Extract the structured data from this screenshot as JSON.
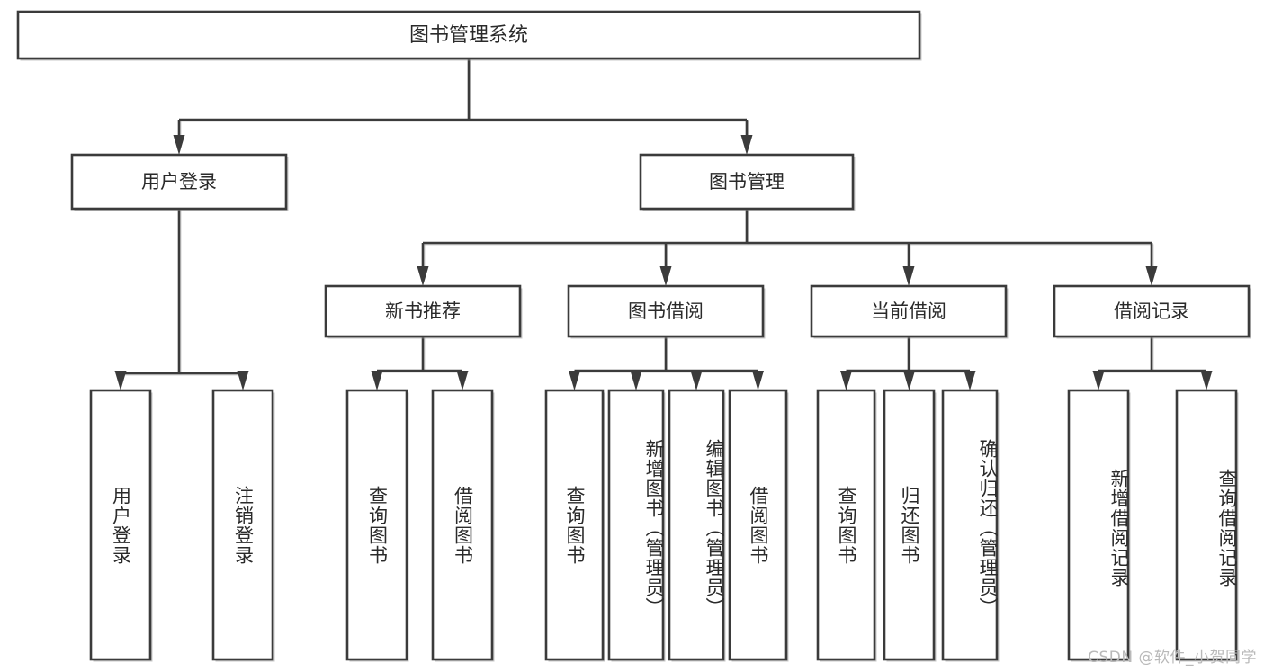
{
  "diagram": {
    "title": "图书管理系统",
    "type": "tree-hierarchy",
    "watermark": "CSDN @软件_小贺同学",
    "colors": {
      "box_stroke": "#3b3b3b",
      "box_fill": "#ffffff",
      "text": "#2a2a2a",
      "background": "#ffffff",
      "watermark": "#b9b9b9"
    },
    "levels": {
      "root": {
        "label": "图书管理系统"
      },
      "level2": [
        {
          "id": "user-login",
          "label": "用户登录"
        },
        {
          "id": "book-manage",
          "label": "图书管理"
        }
      ],
      "level3": [
        {
          "id": "new-book-rec",
          "label": "新书推荐",
          "parent": "book-manage"
        },
        {
          "id": "book-borrow",
          "label": "图书借阅",
          "parent": "book-manage"
        },
        {
          "id": "current-borrow",
          "label": "当前借阅",
          "parent": "book-manage"
        },
        {
          "id": "borrow-record",
          "label": "借阅记录",
          "parent": "book-manage"
        }
      ],
      "leaves": [
        {
          "id": "leaf-user-login",
          "label": "用户登录",
          "parent": "user-login"
        },
        {
          "id": "leaf-logout",
          "label": "注销登录",
          "parent": "user-login"
        },
        {
          "id": "leaf-query-book-rec",
          "label": "查询图书",
          "parent": "new-book-rec"
        },
        {
          "id": "leaf-borrow-book-rec",
          "label": "借阅图书",
          "parent": "new-book-rec"
        },
        {
          "id": "leaf-query-book-bw",
          "label": "查询图书",
          "parent": "book-borrow"
        },
        {
          "id": "leaf-add-book",
          "label": "新增图书（管理员）",
          "parent": "book-borrow"
        },
        {
          "id": "leaf-edit-book",
          "label": "编辑图书（管理员）",
          "parent": "book-borrow"
        },
        {
          "id": "leaf-borrow-book-bw",
          "label": "借阅图书",
          "parent": "book-borrow"
        },
        {
          "id": "leaf-query-book-cur",
          "label": "查询图书",
          "parent": "current-borrow"
        },
        {
          "id": "leaf-return-book",
          "label": "归还图书",
          "parent": "current-borrow"
        },
        {
          "id": "leaf-confirm-return",
          "label": "确认归还（管理员）",
          "parent": "current-borrow"
        },
        {
          "id": "leaf-add-record",
          "label": "新增借阅记录",
          "parent": "borrow-record"
        },
        {
          "id": "leaf-query-record",
          "label": "查询借阅记录",
          "parent": "borrow-record"
        }
      ]
    }
  }
}
